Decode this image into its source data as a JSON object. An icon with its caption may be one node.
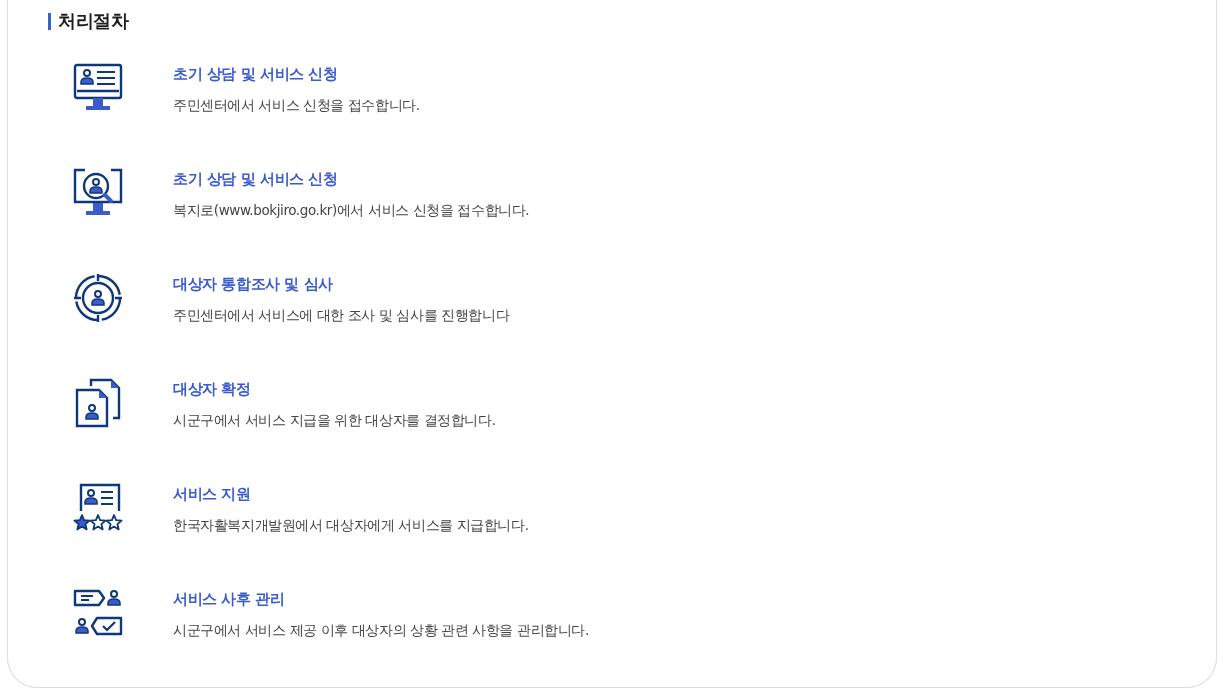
{
  "diagram": {
    "title": "처리절차",
    "labels": [
      "초기 상담 및 서비스 신청",
      "주민센터에서 서비스 신청을 접수합니다.",
      "초기 상담 및 서비스 신청",
      "복지로(www.bokjiro.go.kr)에서 서비스 신청을 접수합니다.",
      "대상자 통합조사 및 심사",
      "주민센터에서 서비스에 대한 조사 및 심사를 진행합니다",
      "대상자 확정",
      "시군구에서 서비스 지급을 위한 대상자를 결정합니다.",
      "서비스 지원",
      "한국자활복지개발원에서 대상자에게 서비스를 지급합니다.",
      "서비스 사후 관리",
      "시군구에서 서비스 제공 이후 대상자의 상황 관련 사항을 관리합니다."
    ]
  }
}
